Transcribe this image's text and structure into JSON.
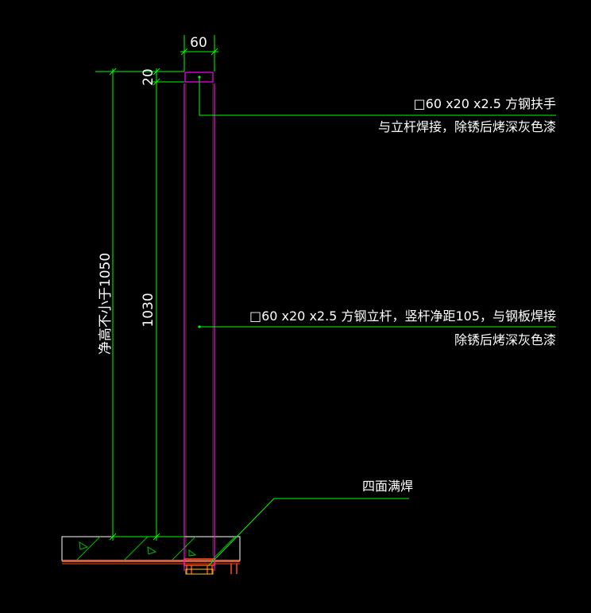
{
  "dimensions": {
    "top_width": "60",
    "top_height": "20",
    "post_height": "1030",
    "clear_height": "净高不小于1050"
  },
  "annotations": {
    "handrail_line1": "□60 x20 x2.5 方钢扶手",
    "handrail_line2": "与立杆焊接，除锈后烤深灰色漆",
    "post_line1": "□60 x20 x2.5 方钢立杆，竖杆净距105，与钢板焊接",
    "post_line2": "除锈后烤深灰色漆",
    "weld_note": "四面满焊"
  },
  "colors": {
    "background": "#000000",
    "dimension": "#00ff00",
    "outline": "#ff00ff",
    "text": "#ffffff",
    "base_plate": "#ff4a1a"
  }
}
